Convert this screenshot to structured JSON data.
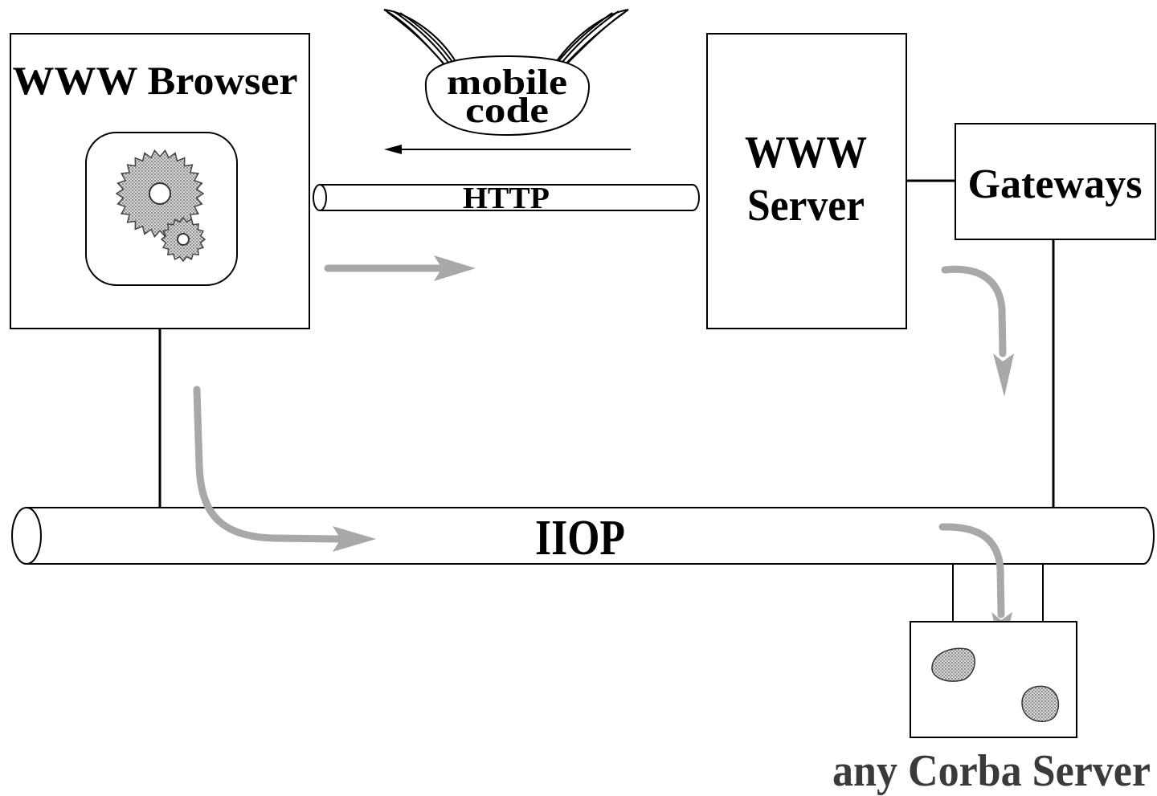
{
  "labels": {
    "browser": "WWW Browser",
    "mobile_code_line1": "mobile",
    "mobile_code_line2": "code",
    "http": "HTTP",
    "server_line1": "WWW",
    "server_line2": "Server",
    "gateways": "Gateways",
    "iiop": "IIOP",
    "corba_server": "any Corba Server"
  },
  "icons": [
    "gear-icon",
    "wing-icon",
    "object-blob-icon"
  ],
  "colors": {
    "line": "#000000",
    "flow_arrow": "#a8a8a8",
    "gear_fill": "#9a9a9a",
    "blob_fill": "#c8c8c8"
  }
}
